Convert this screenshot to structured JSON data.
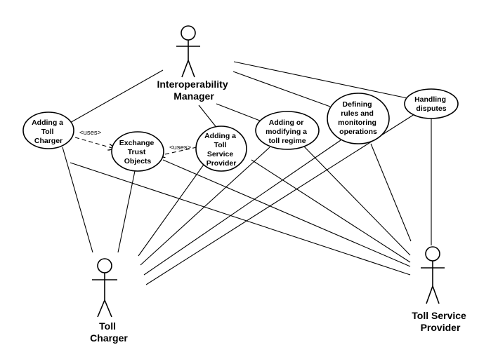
{
  "actors": {
    "interoperability_manager": [
      "Interoperability",
      "Manager"
    ],
    "toll_charger": [
      "Toll",
      "Charger"
    ],
    "toll_service_provider": [
      "Toll Service",
      "Provider"
    ]
  },
  "use_cases": {
    "adding_toll_charger": [
      "Adding a",
      "Toll",
      "Charger"
    ],
    "exchange_trust_objects": [
      "Exchange",
      "Trust",
      "Objects"
    ],
    "adding_toll_service_provider": [
      "Adding a",
      "Toll",
      "Service",
      "Provider"
    ],
    "adding_modifying_toll_regime": [
      "Adding or",
      "modifying a",
      "toll regime"
    ],
    "defining_rules": [
      "Defining",
      "rules and",
      "monitoring",
      "operations"
    ],
    "handling_disputes": [
      "Handling",
      "disputes"
    ]
  },
  "relations": {
    "uses_1": "<uses>",
    "uses_2": "<uses>"
  }
}
